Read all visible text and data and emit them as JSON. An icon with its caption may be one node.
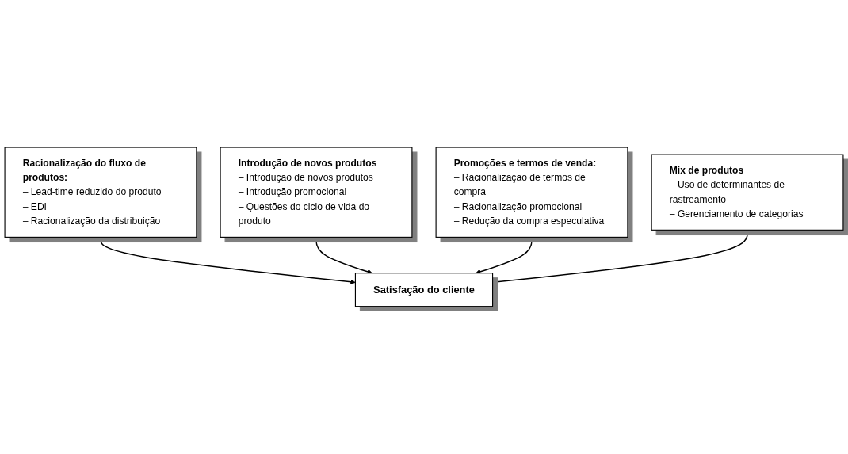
{
  "diagram": {
    "nodes": [
      {
        "text": [
          "Racionalização do fluxo de produtos:",
          "– Lead-time reduzido do produto",
          "– EDI",
          "– Racionalização da distribuição"
        ]
      },
      {
        "text": [
          "Introdução de novos produtos",
          "– Introdução de novos produtos",
          "– Introdução promocional",
          "– Questões do ciclo de vida do produto"
        ]
      },
      {
        "text": [
          "Satisfação do cliente"
        ]
      },
      {
        "text": [
          "Promoções e termos de venda:",
          "– Racionalização de termos de compra",
          "– Racionalização promocional",
          "– Redução da compra especulativa"
        ]
      },
      {
        "text": [
          "Mix de produtos",
          "– Uso de determinantes de rastreamento",
          "– Gerenciamento de categorias"
        ]
      }
    ],
    "edges": [
      {
        "from": 0,
        "to": 2,
        "arrow": "to"
      },
      {
        "from": 1,
        "to": 2,
        "arrow": "to"
      },
      {
        "from": 3,
        "to": 2,
        "arrow": "to"
      },
      {
        "from": 4,
        "to": 2,
        "arrow": "to"
      }
    ]
  }
}
